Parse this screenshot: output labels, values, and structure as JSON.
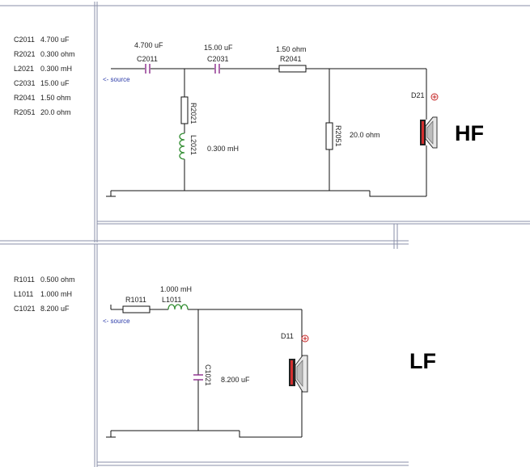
{
  "colors": {
    "wire": "#111111",
    "frame": "#8a8fa8",
    "source_text": "#2a3aa8",
    "capacitor": "#8b2a8b",
    "inductor": "#2e8b2e",
    "polarity": "#c62828",
    "driver_magnet": "#d32f2f"
  },
  "hf": {
    "section_label": "HF",
    "components": [
      {
        "name": "C2011",
        "value": "4.700 uF"
      },
      {
        "name": "R2021",
        "value": "0.300 ohm"
      },
      {
        "name": "L2021",
        "value": "0.300 mH"
      },
      {
        "name": "C2031",
        "value": "15.00 uF"
      },
      {
        "name": "R2041",
        "value": "1.50 ohm"
      },
      {
        "name": "R2051",
        "value": "20.0 ohm"
      }
    ],
    "source_label": "<- source",
    "labels": {
      "C2011": "C2011",
      "C2011_value": "4.700 uF",
      "C2031": "C2031",
      "C2031_value": "15.00 uF",
      "R2041": "R2041",
      "R2041_value": "1.50 ohm",
      "R2021": "R2021",
      "L2021": "L2021",
      "L2021_value": "0.300 mH",
      "R2051": "R2051",
      "R2051_value": "20.0 ohm",
      "driver": "D21"
    },
    "polarity": "+"
  },
  "lf": {
    "section_label": "LF",
    "components": [
      {
        "name": "R1011",
        "value": "0.500 ohm"
      },
      {
        "name": "L1011",
        "value": "1.000 mH"
      },
      {
        "name": "C1021",
        "value": "8.200 uF"
      }
    ],
    "source_label": "<- source",
    "labels": {
      "R1011": "R1011",
      "L1011": "L1011",
      "L1011_value": "1.000 mH",
      "C1021": "C1021",
      "C1021_value": "8.200 uF",
      "driver": "D11"
    },
    "polarity": "+"
  }
}
